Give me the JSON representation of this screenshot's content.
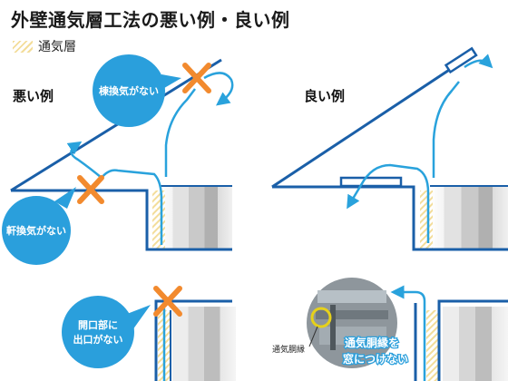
{
  "title": "外壁通気層工法の悪い例・良い例",
  "legend": {
    "label": "通気層",
    "swatch_color": "#f3dd9a"
  },
  "sections": {
    "bad": "悪い例",
    "good": "良い例"
  },
  "callouts": {
    "ridge": "棟換気がない",
    "eaves": "軒換気がない",
    "opening_line1": "開口部に",
    "opening_line2": "出口がない",
    "window_line1": "通気胴縁を",
    "window_line2": "窓につけない",
    "furring_label": "通気胴縁"
  },
  "colors": {
    "structure_blue": "#1a5fa8",
    "airflow_blue": "#29a2dc",
    "bubble_blue": "#2a9fdc",
    "cross_orange": "#f28a2e",
    "window_ring": "#e6d11a"
  }
}
